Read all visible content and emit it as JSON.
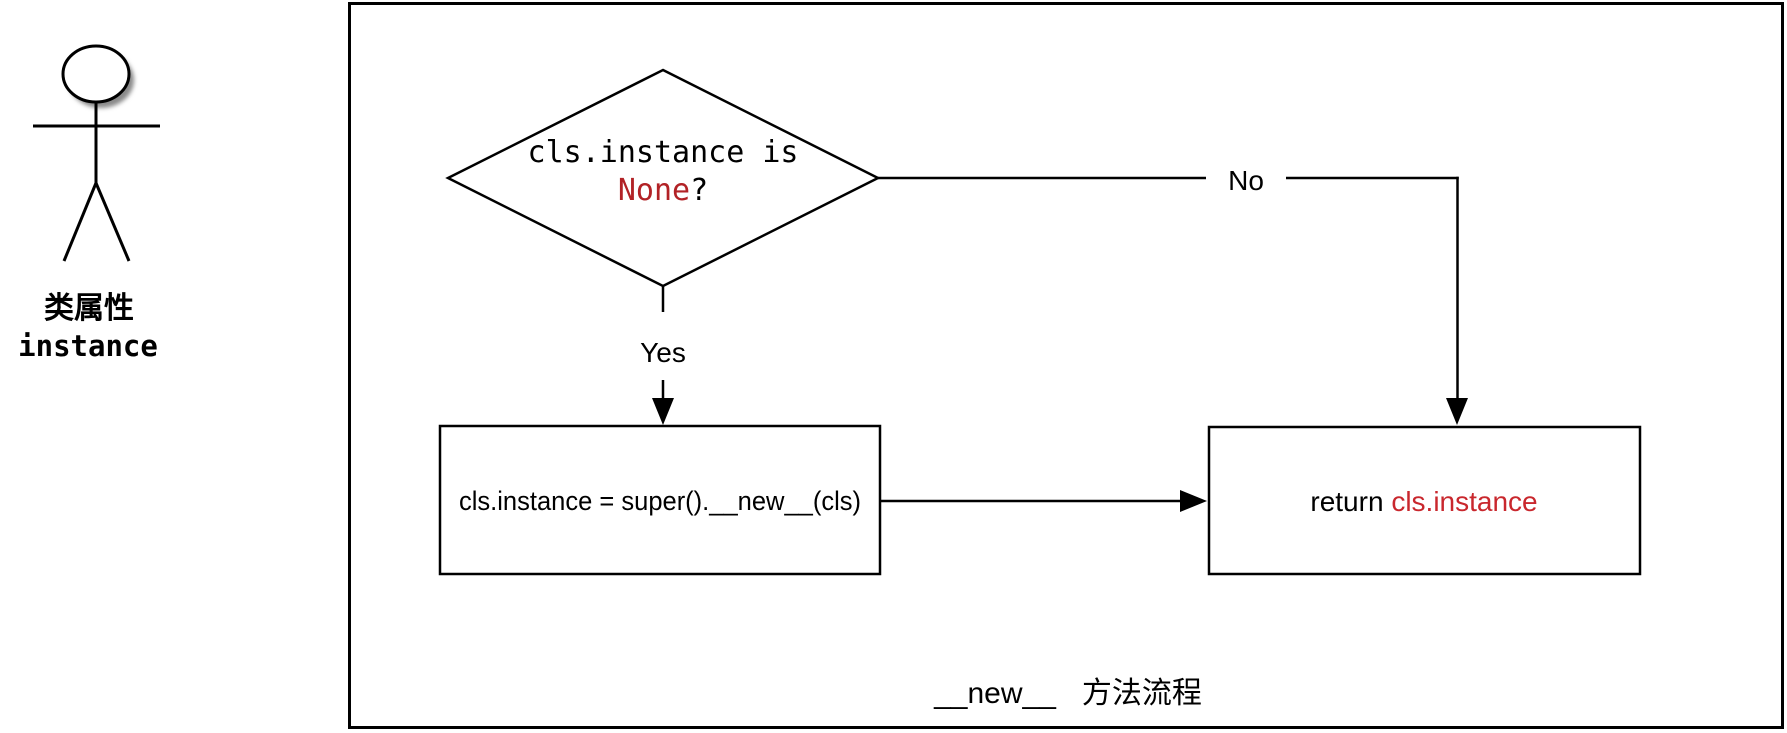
{
  "colors": {
    "red_none": "#b22226",
    "red_instance": "#c9272d",
    "red_caption": "#a81c20"
  },
  "actor": {
    "label_zh": "类属性",
    "label_code": "instance"
  },
  "flowchart": {
    "decision": {
      "line1": "cls.instance is",
      "highlight": "None",
      "suffix": "?"
    },
    "yes_label": "Yes",
    "no_label": "No",
    "assign_box": "cls.instance = super().__new__(cls)",
    "return_box": {
      "prefix": "return ",
      "highlight": "cls.instance"
    },
    "caption": {
      "code": "__new__",
      "text": "方法流程"
    }
  }
}
